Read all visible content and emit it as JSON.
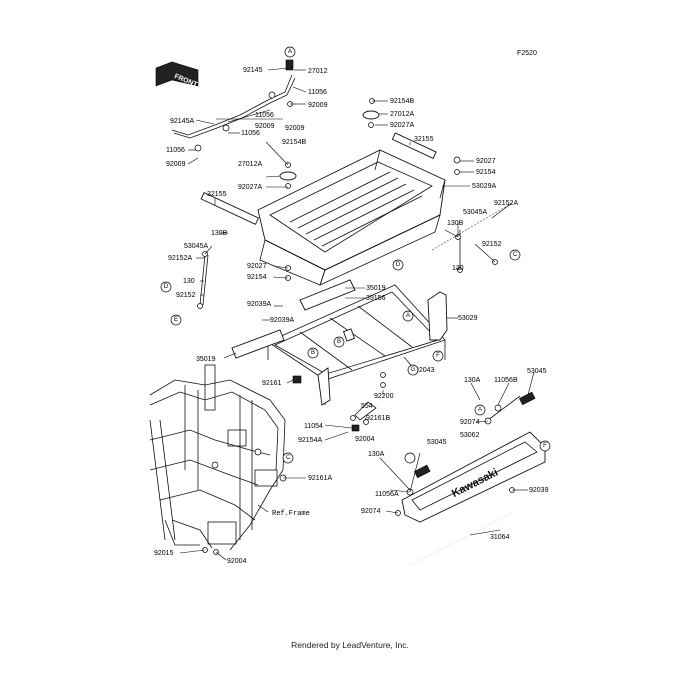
{
  "figure_id": "F2520",
  "front_label": "FRONT",
  "brand_text": "Kawasaki",
  "ref_frame": "Ref.Frame",
  "footer": "Rendered by LeadVenture, Inc.",
  "callouts": [
    "92145",
    "27012",
    "11056",
    "92009",
    "11056",
    "92009",
    "92145A",
    "11056",
    "11056",
    "92009",
    "92009",
    "92154B",
    "27012A",
    "92027A",
    "92154B",
    "27012A",
    "92027A",
    "32155",
    "92027",
    "92154",
    "53029A",
    "32155",
    "130B",
    "53045A",
    "92152A",
    "130",
    "92152",
    "92027",
    "92154",
    "92152A",
    "53045A",
    "130B",
    "92152",
    "130",
    "35019",
    "39156",
    "92039A",
    "92039A",
    "53029",
    "35019",
    "92043",
    "92161",
    "92200",
    "554",
    "92161B",
    "92004",
    "11054",
    "92154A",
    "130A",
    "11056B",
    "53045",
    "92074",
    "53045",
    "53062",
    "130A",
    "11056A",
    "92074",
    "92039",
    "92161A",
    "92015",
    "92004",
    "31064"
  ],
  "ref_circles": [
    "A",
    "B",
    "C",
    "D",
    "E",
    "F",
    "G",
    "A",
    "B",
    "C",
    "D",
    "E",
    "F",
    "G",
    "A"
  ]
}
